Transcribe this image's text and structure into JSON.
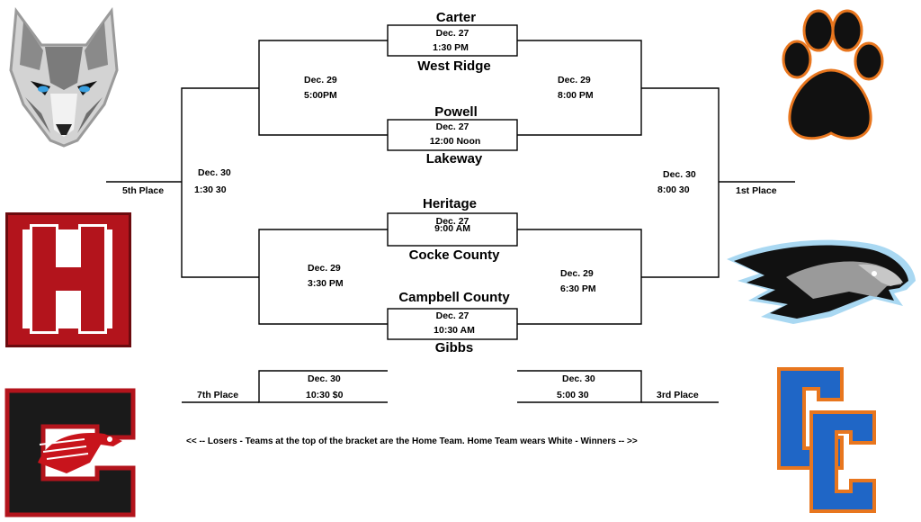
{
  "teams": {
    "carter": "Carter",
    "west_ridge": "West Ridge",
    "powell": "Powell",
    "lakeway": "Lakeway",
    "heritage": "Heritage",
    "cocke_county": "Cocke County",
    "campbell_county": "Campbell County",
    "gibbs": "Gibbs"
  },
  "games": {
    "g1": {
      "date": "Dec. 27",
      "time": "1:30 PM"
    },
    "g2": {
      "date": "Dec. 27",
      "time": "12:00 Noon"
    },
    "g3": {
      "date": "Dec. 27",
      "time": "9:00 AM"
    },
    "g4": {
      "date": "Dec. 27",
      "time": "10:30 AM"
    },
    "l_top": {
      "date": "Dec. 29",
      "time": "5:00PM"
    },
    "l_bot": {
      "date": "Dec. 29",
      "time": "3:30 PM"
    },
    "w_top": {
      "date": "Dec. 29",
      "time": "8:00 PM"
    },
    "w_bot": {
      "date": "Dec. 29",
      "time": "6:30 PM"
    },
    "fifth": {
      "date": "Dec. 30",
      "time": "1:30 30"
    },
    "first": {
      "date": "Dec. 30",
      "time": "8:00 30"
    },
    "seventh": {
      "date": "Dec. 30",
      "time": "10:30 $0"
    },
    "third": {
      "date": "Dec. 30",
      "time": "5:00 30"
    }
  },
  "places": {
    "fifth": "5th Place",
    "first": "1st Place",
    "seventh": "7th Place",
    "third": "3rd Place"
  },
  "footer_note": "<< -- Losers - Teams at the top of the bracket are the Home Team. Home Team wears White - Winners -- >>",
  "logo_letters": {
    "h_logo": "H",
    "c_logo": "C",
    "cc_logo": "CC"
  },
  "colors": {
    "crimson": "#b3141c",
    "orange": "#e8761e",
    "blue": "#1f66c6",
    "wolf_gray": "#8a8a8a"
  }
}
